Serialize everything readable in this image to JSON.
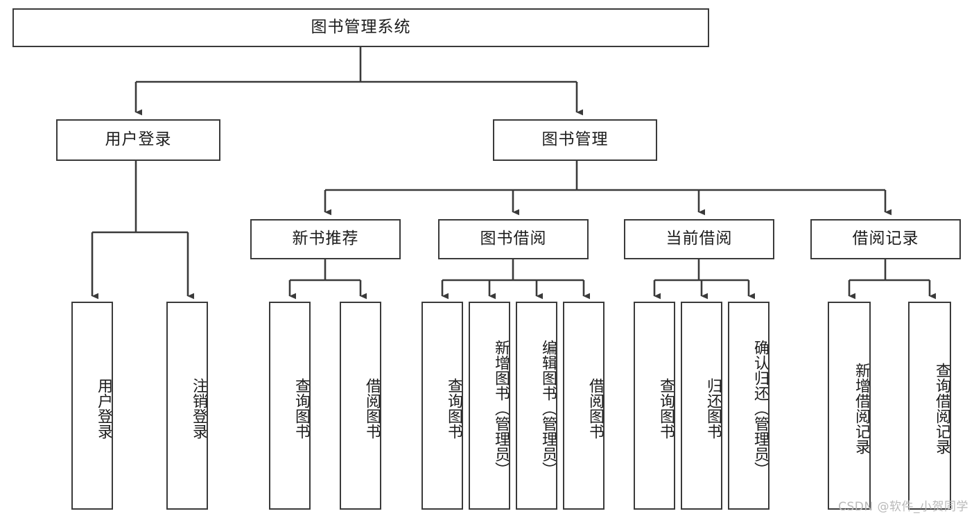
{
  "diagram": {
    "type": "tree-hierarchy",
    "title": "图书管理系统",
    "watermark": "CSDN @软件_小贺同学",
    "colors": {
      "stroke": "#3a3a3a",
      "fill": "#ffffff",
      "text": "#1c1c1c",
      "watermark": "#b9b9b9"
    },
    "levels": {
      "root": {
        "label": "图书管理系统"
      },
      "level2": [
        {
          "id": "user-login",
          "label": "用户登录"
        },
        {
          "id": "book-manage",
          "label": "图书管理"
        }
      ],
      "level3": [
        {
          "id": "new-book-rec",
          "label": "新书推荐",
          "parent": "book-manage"
        },
        {
          "id": "book-borrow",
          "label": "图书借阅",
          "parent": "book-manage"
        },
        {
          "id": "current-borrow",
          "label": "当前借阅",
          "parent": "book-manage"
        },
        {
          "id": "borrow-record",
          "label": "借阅记录",
          "parent": "book-manage"
        }
      ],
      "leaves": [
        {
          "id": "leaf-user-login",
          "label": "用户登录",
          "parent": "user-login"
        },
        {
          "id": "leaf-logout",
          "label": "注销登录",
          "parent": "user-login"
        },
        {
          "id": "leaf-query-book-1",
          "label": "查询图书",
          "parent": "new-book-rec"
        },
        {
          "id": "leaf-borrow-book-1",
          "label": "借阅图书",
          "parent": "new-book-rec"
        },
        {
          "id": "leaf-query-book-2",
          "label": "查询图书",
          "parent": "book-borrow"
        },
        {
          "id": "leaf-add-book",
          "label": "新增图书（管理员）",
          "parent": "book-borrow"
        },
        {
          "id": "leaf-edit-book",
          "label": "编辑图书（管理员）",
          "parent": "book-borrow"
        },
        {
          "id": "leaf-borrow-book-2",
          "label": "借阅图书",
          "parent": "book-borrow"
        },
        {
          "id": "leaf-query-book-3",
          "label": "查询图书",
          "parent": "current-borrow"
        },
        {
          "id": "leaf-return-book",
          "label": "归还图书",
          "parent": "current-borrow"
        },
        {
          "id": "leaf-confirm-return",
          "label": "确认归还（管理员）",
          "parent": "current-borrow"
        },
        {
          "id": "leaf-add-record",
          "label": "新增借阅记录",
          "parent": "borrow-record"
        },
        {
          "id": "leaf-query-record",
          "label": "查询借阅记录",
          "parent": "borrow-record"
        }
      ]
    }
  }
}
